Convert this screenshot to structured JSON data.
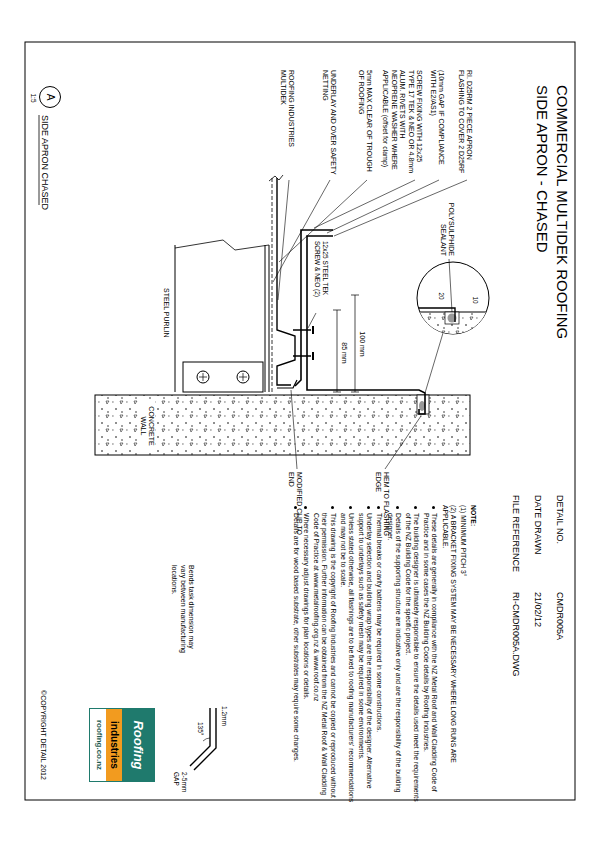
{
  "diagram": {
    "title": "COMMERCIAL MULTIDEK ROOFING",
    "nodes": [
      {
        "text": [
          "A",
          "1:5"
        ]
      },
      {
        "text": [
          "Roofing",
          "industries",
          "roofing.co.nz"
        ]
      }
    ],
    "labels": [
      "SIDE APRON - CHASED",
      "RI. D25RM 2 PIECE APRON FLASHING TO COVER 2 D25RF",
      "(10mm GAP IF COMPLIANCE WITH E2/AS1)",
      "SCREW FIXING WITH 12x25 TYPE 17 TEK & NEO OR 4.8mm ALUM. RIVETS WITH NEOPRENE WASHER WHERE APPLICABLE (offset for clamp)",
      "5mm MAX CLEAR OF TROUGH OF ROOFING",
      "UNDERLAY AND OVER SAFETY NETTING",
      "ROOFING INDUSTRIES MULTIDEK",
      "POLYSULPHIDE SEALANT",
      "20",
      "10",
      "12x25 STEEL TEK SCREW & NEO (2)",
      "100 mm",
      "85 mm",
      "STEEL PURLIN",
      "CONCRETE WALL",
      "HEM TO FLASHING EDGE",
      "MODIFIED CLIP TO END",
      "DETAIL NO.",
      "CMDR005A",
      "DATE DRAWN",
      "21/02/12",
      "FILE REFERENCE",
      "RI-CMDR005A.DWG",
      "NOTE:",
      "(1) MINIMUM PITCH 3°",
      "(2) A BRACKET FIXING SYSTEM MAY BE NECESSARY WHERE LONG RUNS ARE APPLICABLE.",
      "These details are generally in compliance with the NZ Metal Roof and Wall Cladding Code of Practice and in some cases the NZ Building Code details by Roofing Industries.",
      "The building designer is ultimately responsible to ensure the details used meet the requirements of the NZ Building Code for the specific project.",
      "Details of the supporting structure are indicative only and are the responsibility of the building designer.",
      "Thermal breaks or cavity battens may be required in some constructions.",
      "Underlay selection and building wrap types are the responsibility of the designer. Alternative support to underlays such as safety mesh may be required in some environments.",
      "Unless stated otherwise, all flashings are to be fixed to roofing manufacturers' recommendations and may not be to scale.",
      "This drawing is the copyright of Roofing Industries and cannot be copied or reproduced without their permission. Further information can be obtained from the NZ Metal Roof & Wall Cladding Code of Practice at www.metalroofing.org.nz & www.roof.co.nz",
      "Where necessary adjust drawings for plan locations or details.",
      "Details are for wood based substrate, other substrates may require some changes.",
      "Bends task dimension may vary between manufacturing locations.",
      "1.2mm",
      "135°",
      "2-5mm GAP",
      "SIDE APRON CHASED",
      "©COPYRIGHT DETAIL 2012"
    ]
  }
}
